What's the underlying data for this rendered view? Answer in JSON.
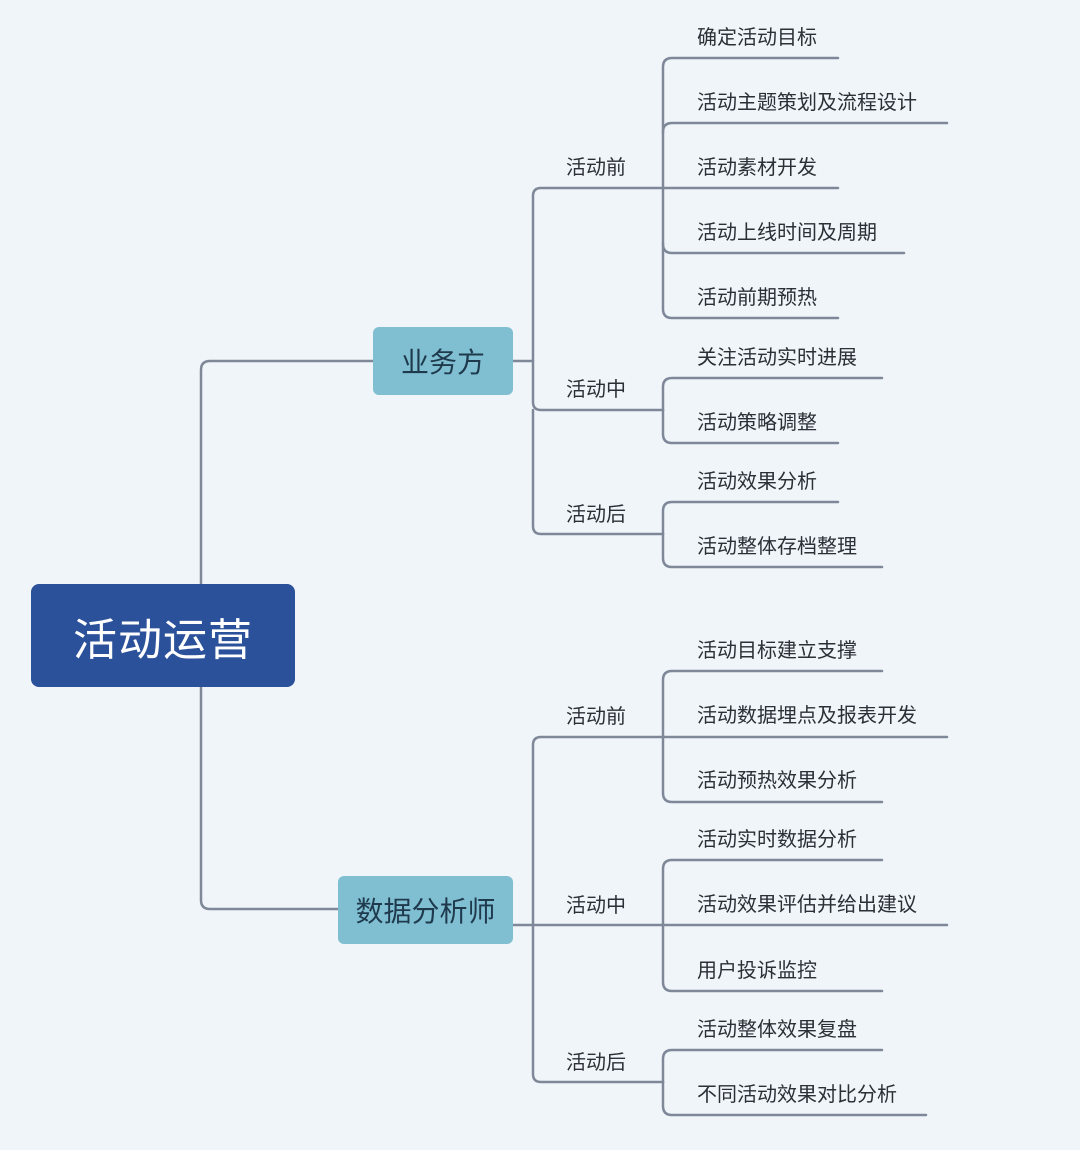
{
  "root": {
    "label": "活动运营"
  },
  "branches": [
    {
      "label": "业务方",
      "phases": [
        {
          "label": "活动前",
          "items": [
            "确定活动目标",
            "活动主题策划及流程设计",
            "活动素材开发",
            "活动上线时间及周期",
            "活动前期预热"
          ]
        },
        {
          "label": "活动中",
          "items": [
            "关注活动实时进展",
            "活动策略调整"
          ]
        },
        {
          "label": "活动后",
          "items": [
            "活动效果分析",
            "活动整体存档整理"
          ]
        }
      ]
    },
    {
      "label": "数据分析师",
      "phases": [
        {
          "label": "活动前",
          "items": [
            "活动目标建立支撑",
            "活动数据埋点及报表开发",
            "活动预热效果分析"
          ]
        },
        {
          "label": "活动中",
          "items": [
            "活动实时数据分析",
            "活动效果评估并给出建议",
            "用户投诉监控"
          ]
        },
        {
          "label": "活动后",
          "items": [
            "活动整体效果复盘",
            "不同活动效果对比分析"
          ]
        }
      ]
    }
  ],
  "colors": {
    "background": "#f0f5f9",
    "root_fill": "#2b519a",
    "branch_fill": "#80bfd2",
    "connector": "#7e8899",
    "text": "#2b2f36"
  }
}
